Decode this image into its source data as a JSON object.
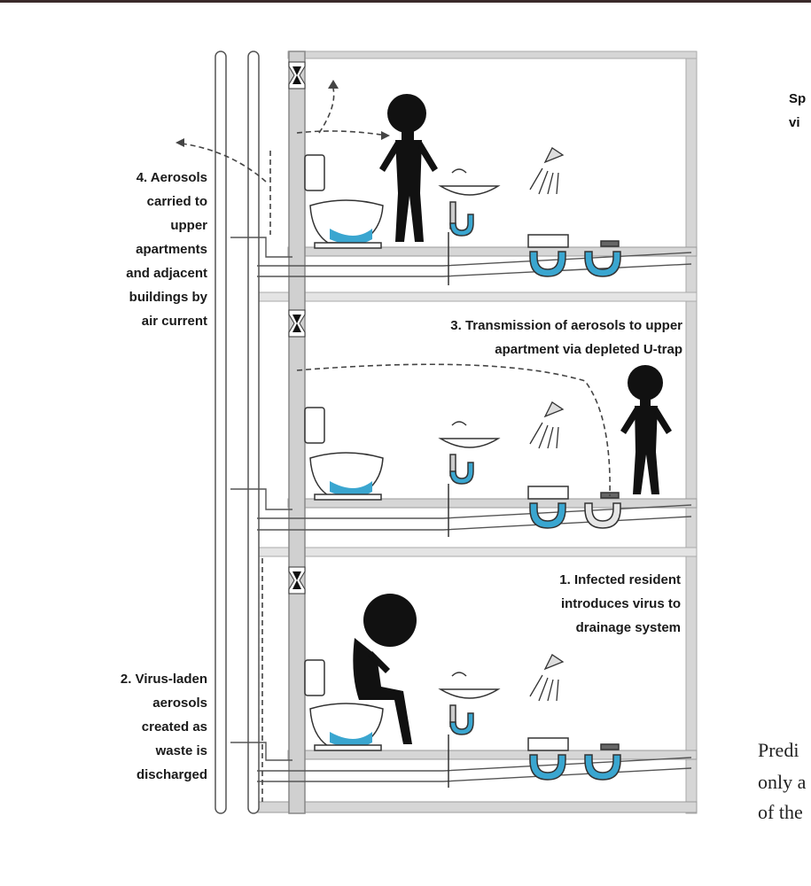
{
  "labels": {
    "step4": "4. Aerosols carried to upper apartments and adjacent buildings by air current",
    "step4_lines": [
      "4. Aerosols",
      "carried to",
      "upper",
      "apartments",
      "and adjacent",
      "buildings by",
      "air current"
    ],
    "step3_lines": [
      "3. Transmission of aerosols to upper",
      "apartment via depleted U-trap"
    ],
    "step1_lines": [
      "1. Infected resident",
      "introduces virus to",
      "drainage system"
    ],
    "step2_lines": [
      "2. Virus-laden",
      "aerosols",
      "created as",
      "waste is",
      "discharged"
    ]
  },
  "cropped_text": {
    "side_line1": "Sp",
    "side_line2": "vi",
    "serif_line1": "Predi",
    "serif_line2": "only a",
    "serif_line3": "of the"
  },
  "colors": {
    "water": "#3aa6d0",
    "pipe": "#cfcfcf",
    "outline": "#444444",
    "figure": "#111111"
  }
}
